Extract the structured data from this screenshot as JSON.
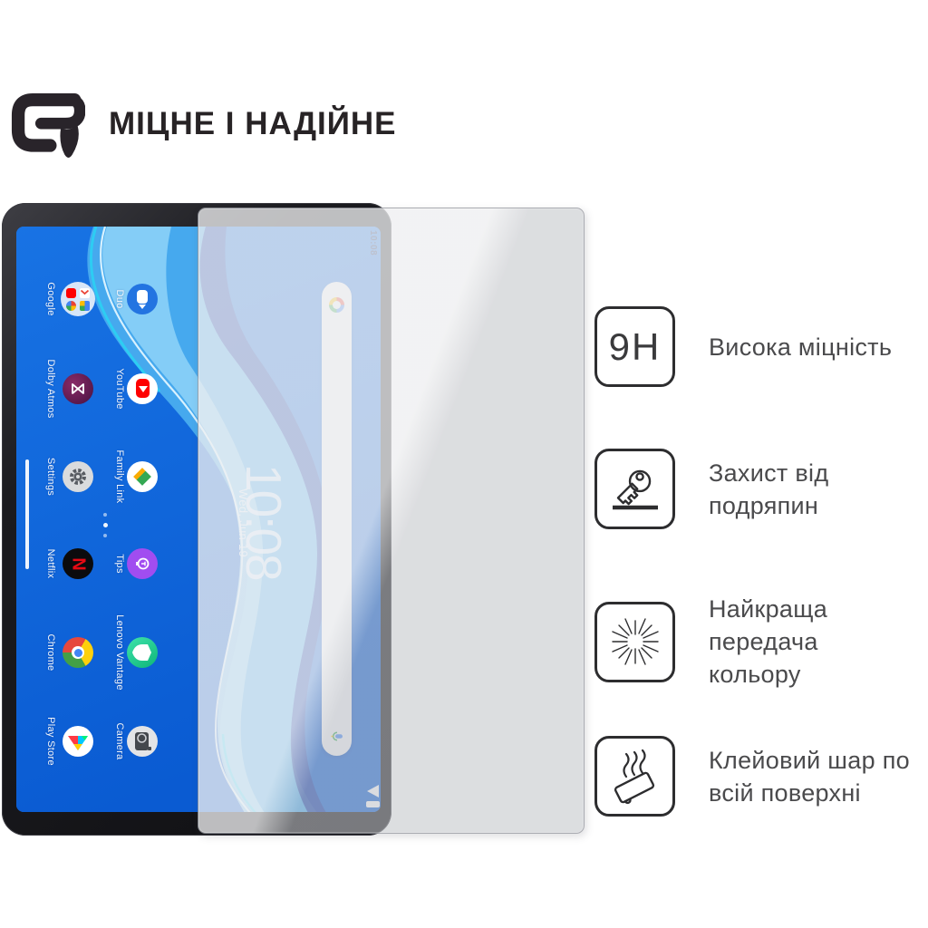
{
  "brand": {
    "title": "МІЦНЕ І НАДІЙНЕ",
    "logo": "armorstandart-logo"
  },
  "tablet": {
    "status_time": "10:08",
    "clock_time": "10:08",
    "clock_date": "Wed, Jun 19",
    "netflix_letter": "N",
    "columns": [
      {
        "apps": [
          "Google",
          "Dolby Atmos",
          "Settings",
          "Netflix",
          "Chrome",
          "Play Store"
        ]
      },
      {
        "apps": [
          "Duo",
          "YouTube",
          "Family Link",
          "Tips",
          "Lenovo Vantage",
          "Camera"
        ]
      }
    ]
  },
  "features": [
    {
      "icon": "9h-hardness-icon",
      "icon_text": "9H",
      "lines": [
        "Висока міцність",
        ""
      ]
    },
    {
      "icon": "key-scratch-icon",
      "lines": [
        "Захист від подряпин",
        ""
      ]
    },
    {
      "icon": "starburst-color-icon",
      "lines": [
        "Найкраща передача",
        "кольору"
      ]
    },
    {
      "icon": "adhesive-layer-icon",
      "lines": [
        "Клейовий шар по",
        "всій поверхні"
      ]
    }
  ],
  "colors": {
    "screen_blue": "#0f66d8",
    "wave_light": "#4aacf0",
    "glass_tint": "#d0d2d7",
    "feature_text": "#4a4a4c",
    "ink": "#29242a",
    "netflix_red": "#e50914"
  }
}
